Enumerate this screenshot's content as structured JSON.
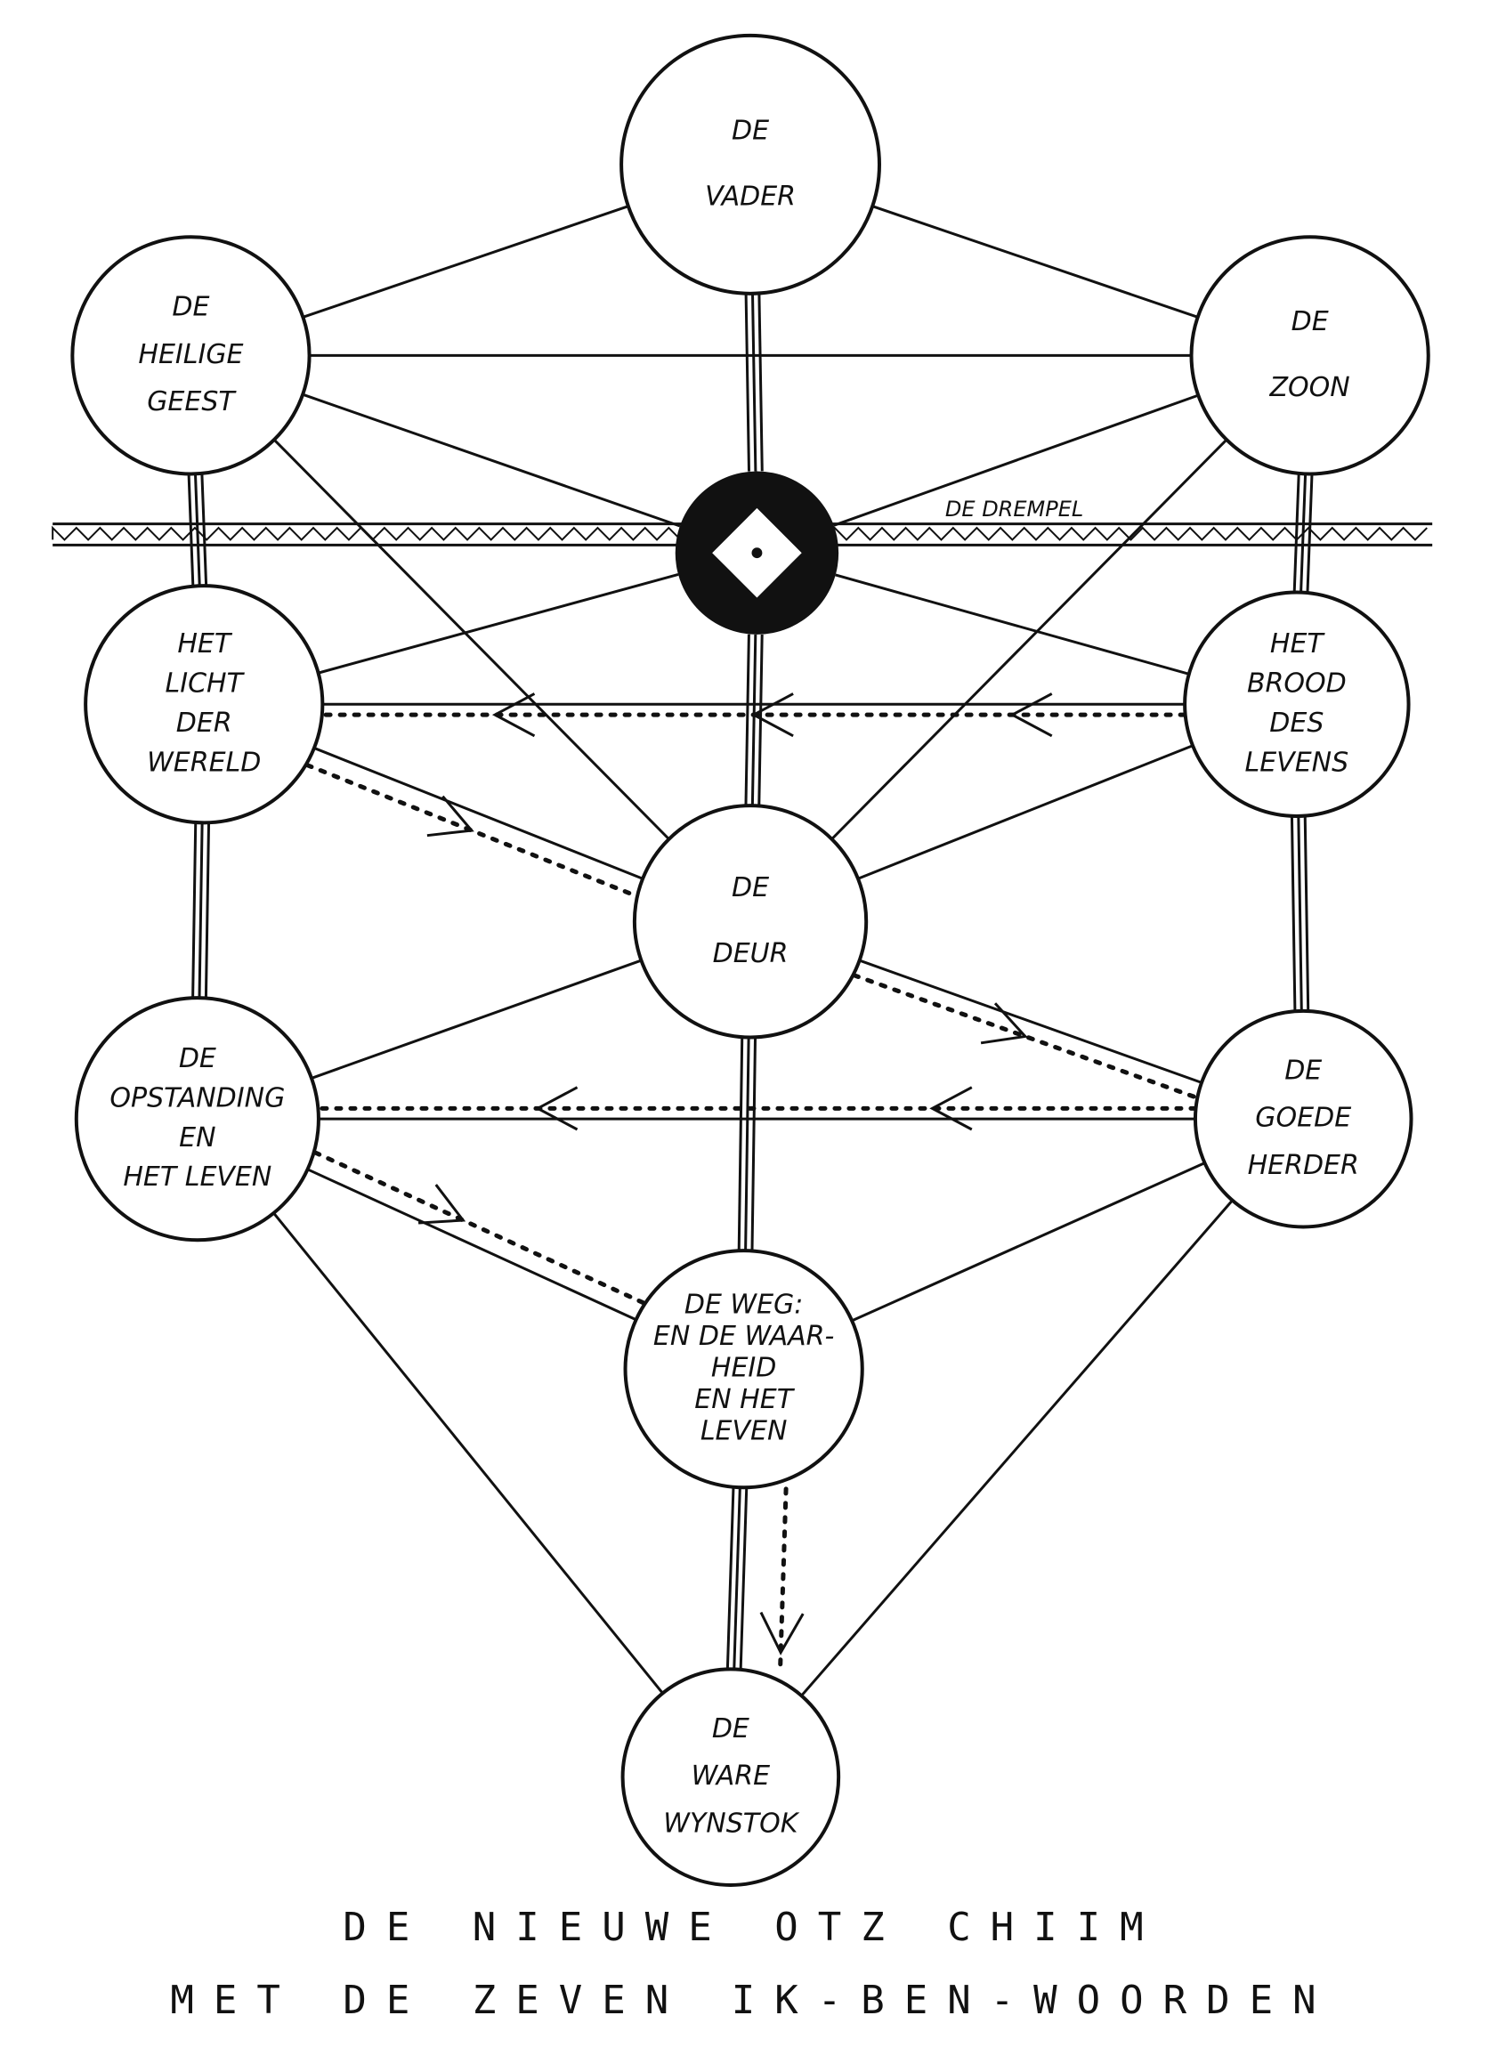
{
  "diagram": {
    "nodes": [
      {
        "id": "vader",
        "lines": [
          "DE",
          "VADER"
        ]
      },
      {
        "id": "heilige-geest",
        "lines": [
          "DE",
          "HEILIGE",
          "GEEST"
        ]
      },
      {
        "id": "zoon",
        "lines": [
          "DE",
          "ZOON"
        ]
      },
      {
        "id": "licht",
        "lines": [
          "HET",
          "LICHT",
          "DER",
          "WERELD"
        ]
      },
      {
        "id": "brood",
        "lines": [
          "HET",
          "BROOD",
          "DES",
          "LEVENS"
        ]
      },
      {
        "id": "deur",
        "lines": [
          "DE",
          "DEUR"
        ]
      },
      {
        "id": "opstanding",
        "lines": [
          "DE",
          "OPSTANDING",
          "EN",
          "HET LEVEN"
        ]
      },
      {
        "id": "herder",
        "lines": [
          "DE",
          "GOEDE",
          "HERDER"
        ]
      },
      {
        "id": "weg",
        "lines": [
          "DE WEG:",
          "EN DE WAAR-",
          "HEID",
          "EN HET",
          "LEVEN"
        ]
      },
      {
        "id": "wijnstok",
        "lines": [
          "DE",
          "WARE",
          "WYNSTOK"
        ]
      }
    ],
    "threshold_label": "DE DREMPEL"
  },
  "caption": {
    "line1": "DE NIEUWE OTZ CHIIM",
    "line2": "MET DE ZEVEN IK-BEN-WOORDEN"
  },
  "colors": {
    "ink": "#111111",
    "paper": "#ffffff"
  }
}
